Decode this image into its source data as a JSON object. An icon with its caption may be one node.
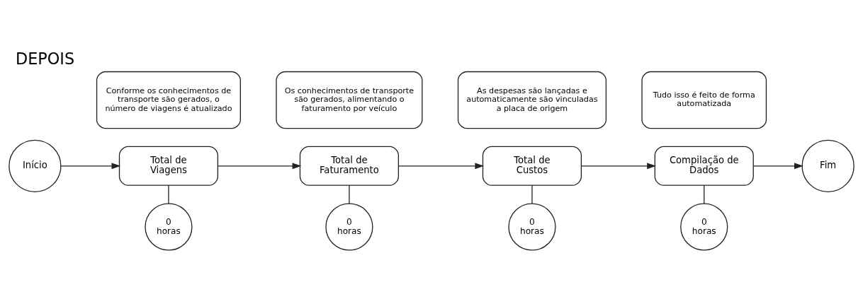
{
  "diagram": {
    "title": "DEPOIS",
    "nodes": [
      {
        "text": [
          "Início"
        ]
      },
      {
        "text": [
          "Total de Viagens"
        ]
      },
      {
        "text": [
          "Total de Faturamento"
        ]
      },
      {
        "text": [
          "Total de Custos"
        ]
      },
      {
        "text": [
          "Compilação de Dados"
        ]
      },
      {
        "text": [
          "Fim"
        ]
      },
      {
        "text": [
          "0 horas"
        ]
      },
      {
        "text": [
          "0 horas"
        ]
      },
      {
        "text": [
          "0 horas"
        ]
      },
      {
        "text": [
          "0 horas"
        ]
      },
      {
        "text": [
          "Conforme os conhecimentos de transporte são gerados, o número de viagens é atualizado"
        ]
      },
      {
        "text": [
          "Os conhecimentos de transporte são gerados, alimentando o faturamento por veículo"
        ]
      },
      {
        "text": [
          "As despesas são lançadas e automaticamente são vinculadas a placa de origem"
        ]
      },
      {
        "text": [
          "Tudo isso é feito de forma automatizada"
        ]
      }
    ],
    "edges": [
      {
        "from": 0,
        "to": 1,
        "arrow": "to"
      },
      {
        "from": 1,
        "to": 2,
        "arrow": "to"
      },
      {
        "from": 2,
        "to": 3,
        "arrow": "to"
      },
      {
        "from": 3,
        "to": 4,
        "arrow": "to"
      },
      {
        "from": 4,
        "to": 5,
        "arrow": "to"
      },
      {
        "from": 1,
        "to": 6,
        "arrow": "none"
      },
      {
        "from": 2,
        "to": 7,
        "arrow": "none"
      },
      {
        "from": 3,
        "to": 8,
        "arrow": "none"
      },
      {
        "from": 4,
        "to": 9,
        "arrow": "none"
      }
    ]
  }
}
